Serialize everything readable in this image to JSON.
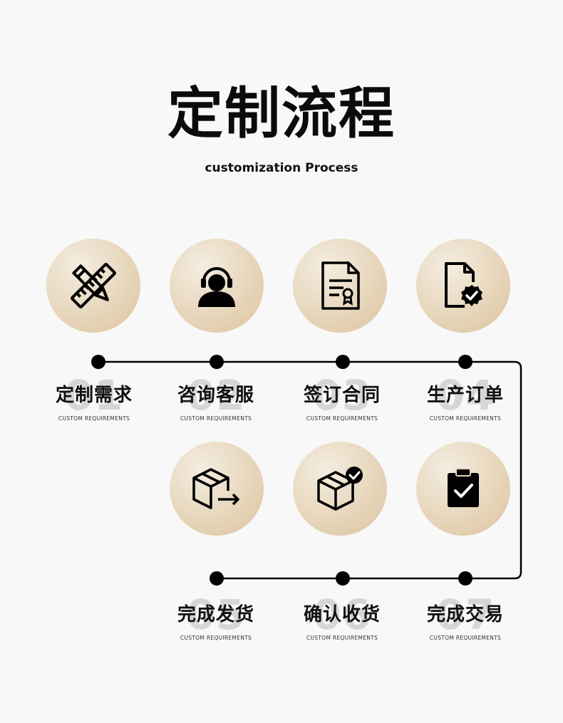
{
  "title": "定制流程",
  "subtitle": "customization Process",
  "steps": [
    {
      "num": "01",
      "label": "定制需求",
      "en": "CUSTOM REQUIREMENTS",
      "icon": "ruler-pencil-icon"
    },
    {
      "num": "02",
      "label": "咨询客服",
      "en": "CUSTOM REQUIREMENTS",
      "icon": "headset-user-icon"
    },
    {
      "num": "03",
      "label": "签订合同",
      "en": "CUSTOM REQUIREMENTS",
      "icon": "contract-document-icon"
    },
    {
      "num": "04",
      "label": "生产订单",
      "en": "CUSTOM REQUIREMENTS",
      "icon": "document-check-icon"
    },
    {
      "num": "05",
      "label": "完成发货",
      "en": "CUSTOM REQUIREMENTS",
      "icon": "box-shipping-icon"
    },
    {
      "num": "06",
      "label": "确认收货",
      "en": "CUSTOM REQUIREMENTS",
      "icon": "box-check-icon"
    },
    {
      "num": "07",
      "label": "完成交易",
      "en": "CUSTOM REQUIREMENTS",
      "icon": "clipboard-check-icon"
    }
  ],
  "colors": {
    "circle": "#e7d6bb",
    "line": "#000000",
    "number": "#d6d6d6"
  }
}
